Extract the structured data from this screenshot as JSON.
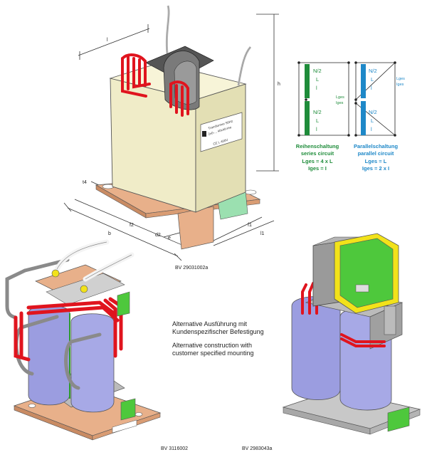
{
  "drawing_ids": {
    "top": "BV 29031002a",
    "bottom_left": "BV 3116002",
    "bottom_right": "BV 2983043a"
  },
  "dimensions": [
    "l",
    "h",
    "b",
    "f2",
    "f1",
    "l1",
    "e",
    "t4",
    "d2"
  ],
  "nameplate_lines": [
    "Transformer 50Hz",
    "2x0-... 40x40-Hw",
    "CE  L 400V"
  ],
  "circuit_series": {
    "winding_labels": [
      "N/2",
      "L",
      "l"
    ],
    "out_labels": [
      "Lges",
      "Iges"
    ],
    "title_de": "Reihenschaltung",
    "title_en": "series circuit",
    "eq1": "Lges = 4 x L",
    "eq2": "Iges = I"
  },
  "circuit_parallel": {
    "winding_labels": [
      "N/2",
      "L",
      "l"
    ],
    "out_labels": [
      "Lges",
      "Iges"
    ],
    "title_de": "Parallelschaltung",
    "title_en": "parallel circuit",
    "eq1": "Lges = L",
    "eq2": "Iges = 2 x I"
  },
  "notes": {
    "de_line1": "Alternative Ausführung mit",
    "de_line2": "Kundenspezifischer Befestigung",
    "en_line1": "Alternative construction with",
    "en_line2": "customer specified mounting"
  },
  "colors": {
    "series_green": "#1e8c3a",
    "parallel_blue": "#1e88c8",
    "winding_red": "#e0141e",
    "coil_lavender": "#9b9de0",
    "copper_base": "#e8b08a",
    "body_beige": "#f0ecc8",
    "steel_grey": "#9a9a9a",
    "terminal_yellow": "#f2e21a",
    "terminal_green": "#4ec83c"
  }
}
